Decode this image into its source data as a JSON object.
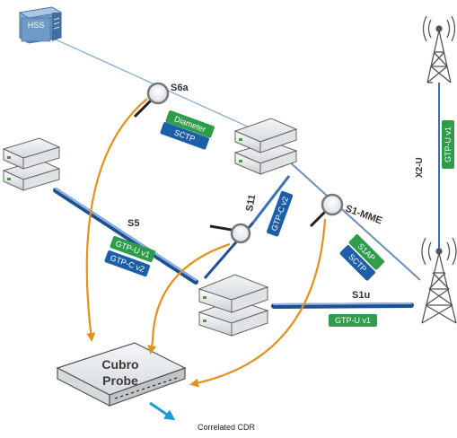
{
  "nodes": {
    "hss": "HSS",
    "probe_line1": "Cubro",
    "probe_line2": "Probe"
  },
  "interfaces": {
    "s6a": "S6a",
    "s11": "S11",
    "s5": "S5",
    "s1_mme": "S1-MME",
    "s1u": "S1u",
    "x2_u": "X2-U"
  },
  "protocols": {
    "s6a_app": "Diameter",
    "s6a_transport": "SCTP",
    "s11_app": "GTP-C v2",
    "s5_user": "GTP-U v1",
    "s5_control": "GTP-C v2",
    "s1_mme_app": "S1AP",
    "s1_mme_transport": "SCTP",
    "s1u_user": "GTP-U v1",
    "x2_user": "GTP-U v1"
  },
  "output_label": "Correlated CDR",
  "colors": {
    "green_tag": "#2e9c4a",
    "blue_tag": "#1b5fa8",
    "arrow_orange": "#e3901c",
    "link_blue": "#3b6fb6",
    "cdr_arrow": "#1e9ad6"
  }
}
